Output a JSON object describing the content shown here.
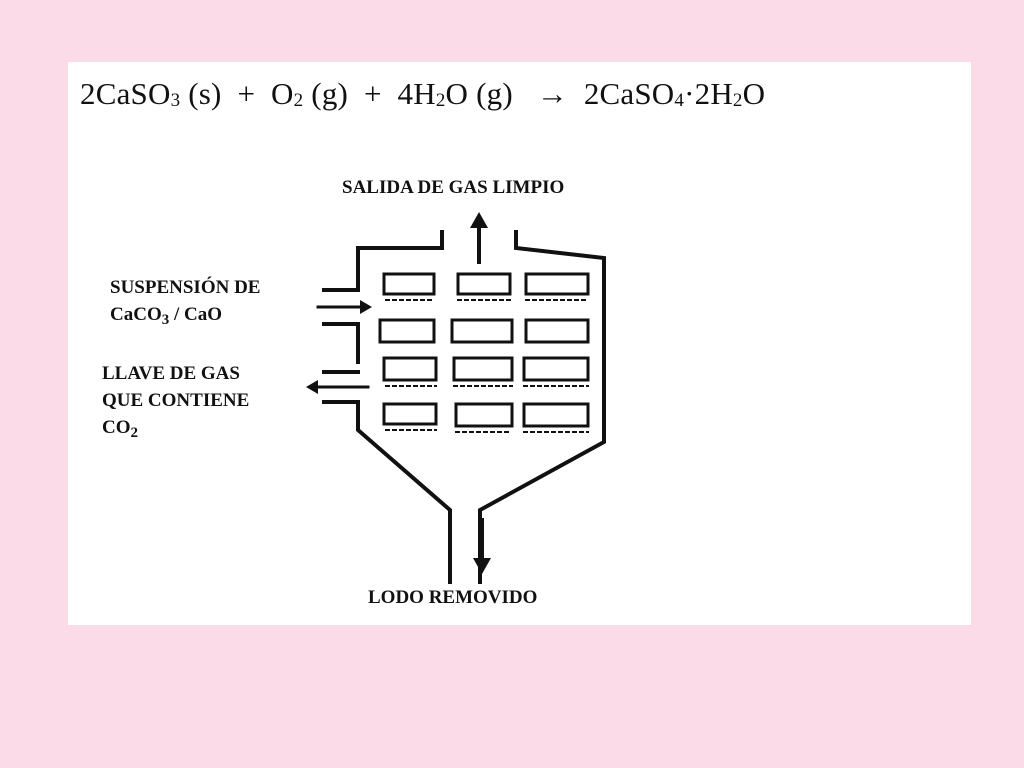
{
  "equation": {
    "reactant_1": {
      "coef": "2",
      "formula_main": "CaSO",
      "sub": "3",
      "state": "(s)"
    },
    "plus_1": "+",
    "reactant_2": {
      "formula_main": "O",
      "sub": "2",
      "state": "(g)"
    },
    "plus_2": "+",
    "reactant_3": {
      "coef": "4",
      "formula_main": "H",
      "sub": "2",
      "formula_tail": "O",
      "state": "(g)"
    },
    "arrow": "→",
    "product": {
      "coef": "2",
      "formula_main": "CaSO",
      "sub1": "4",
      "middle": "·2H",
      "sub2": "2",
      "tail": "O"
    }
  },
  "labels": {
    "outlet_top": "SALIDA DE GAS LIMPIO",
    "inlet_line1": "SUSPENSIÓN DE",
    "inlet_line2_main": "CaCO",
    "inlet_line2_sub": "3",
    "inlet_line2_tail": " / CaO",
    "gas_line1": "LLAVE DE GAS",
    "gas_line2": "QUE CONTIENE",
    "gas_line3_main": "CO",
    "gas_line3_sub": "2",
    "outlet_bottom": "LODO REMOVIDO"
  },
  "colors": {
    "background": "#fcdbe8",
    "panel": "#ffffff",
    "ink": "#111111"
  }
}
